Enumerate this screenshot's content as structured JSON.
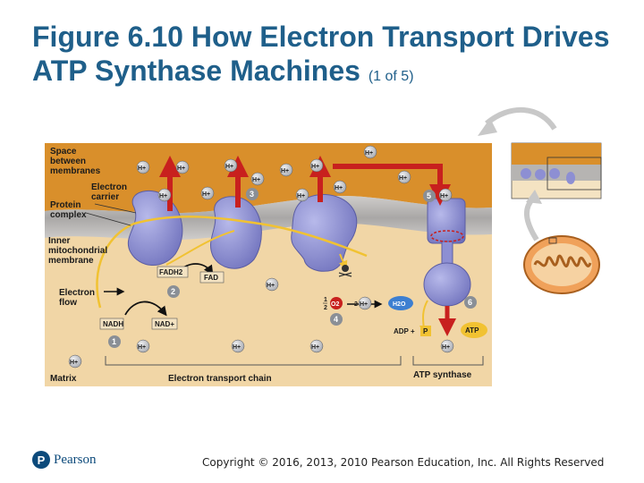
{
  "title": {
    "main": "Figure 6.10 How Electron Transport Drives ATP Synthase Machines",
    "sub": "(1 of 5)"
  },
  "labels": {
    "space_line1": "Space",
    "space_line2": "between",
    "space_line3": "membranes",
    "electron_carrier_line1": "Electron",
    "electron_carrier_line2": "carrier",
    "protein_complex_line1": "Protein",
    "protein_complex_line2": "complex",
    "inner_line1": "Inner",
    "inner_line2": "mitochondrial",
    "inner_line3": "membrane",
    "electron_flow_line1": "Electron",
    "electron_flow_line2": "flow",
    "matrix": "Matrix",
    "etc": "Electron transport chain",
    "atp_synthase": "ATP synthase"
  },
  "molecules": {
    "nadh": "NADH",
    "nad": "NAD+",
    "fadh2": "FADH2",
    "fad": "FAD",
    "o2": "O2",
    "half_num": "1",
    "half_den": "2",
    "two": "2",
    "h2o": "H2O",
    "adp": "ADP +",
    "p": "P",
    "atp": "ATP",
    "h_ion": "H+"
  },
  "steps": [
    "1",
    "2",
    "3",
    "4",
    "5",
    "6"
  ],
  "footer": {
    "logo_mark": "P",
    "logo_text": "Pearson",
    "copyright": "Copyright © 2016, 2013, 2010 Pearson Education, Inc. All Rights Reserved"
  },
  "colors": {
    "title": "#1f5f8a",
    "intermembrane": "#d98f2b",
    "membrane": "#b6b4b2",
    "matrix": "#f1d6a6",
    "protein": "#8d8fd3",
    "arrow_red": "#c8201e",
    "electron_path": "#f1c232",
    "ion": "#b9bcc2"
  }
}
